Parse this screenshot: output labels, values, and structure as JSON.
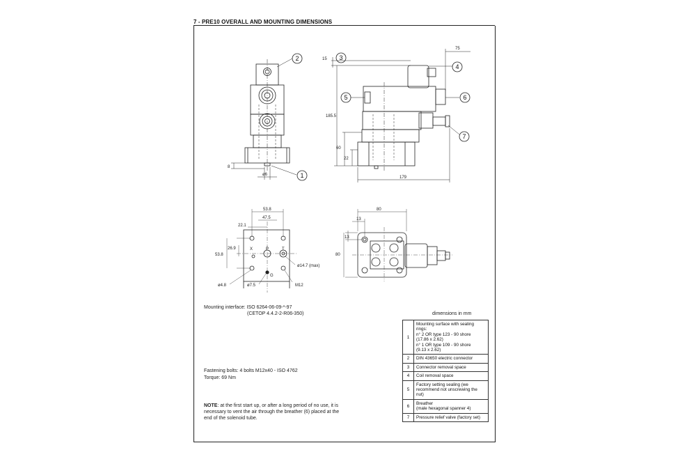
{
  "title": "7 - PRE10 OVERALL AND MOUNTING DIMENSIONS",
  "callouts": [
    "1",
    "2",
    "3",
    "4",
    "5",
    "6",
    "7"
  ],
  "dims": {
    "front": [
      "8",
      "ø6"
    ],
    "side": [
      "15",
      "75",
      "185.5",
      "60",
      "22",
      "179"
    ],
    "bottom": [
      "53.8",
      "47.5",
      "22.1",
      "26.9",
      "53.8",
      "ø14.7 (max)",
      "ø4.8",
      "ø7.5",
      "M12"
    ],
    "bottom_ports": [
      "X",
      "P",
      "T",
      "G"
    ],
    "top": [
      "80",
      "13",
      "13",
      "80"
    ]
  },
  "mounting_interface": {
    "line1": "Mounting interface: ISO 6264-06-09-*-97",
    "line2": "(CETOP 4.4.2-2-R06-350)"
  },
  "dimensions_note": "dimensions in mm",
  "fastening": {
    "line1": "Fastening bolts: 4 bolts  M12x40 - ISO 4762",
    "line2": "Torque: 69 Nm"
  },
  "note": {
    "label": "NOTE",
    "text": ": at the first start up, or after a long period of no use, it is necessary to vent the air through the breather (6) placed at the end of the solenoid tube."
  },
  "legend": [
    {
      "num": "1",
      "lines": [
        "Mounting surface with sealing rings:",
        "n° 2 OR type 123 - 90 shore",
        "(17.86 x 2.62)",
        "n° 1 OR type 109 - 90 shore",
        "(9.13 x 2.62)"
      ]
    },
    {
      "num": "2",
      "lines": [
        "DIN 43650 electric connector"
      ]
    },
    {
      "num": "3",
      "lines": [
        "Connector removal space"
      ]
    },
    {
      "num": "4",
      "lines": [
        "Coil removal space"
      ]
    },
    {
      "num": "5",
      "lines": [
        "Factory setting sealing (we recommend not unscrewing the nut)"
      ]
    },
    {
      "num": "6",
      "lines": [
        "Breather",
        "(male hexagonal spanner 4)"
      ]
    },
    {
      "num": "7",
      "lines": [
        "Pressure relief valve (factory set)"
      ]
    }
  ]
}
